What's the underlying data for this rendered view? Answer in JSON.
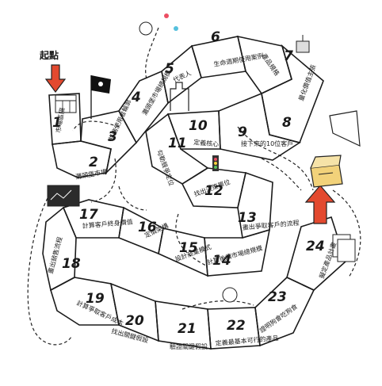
{
  "start_label": "起點",
  "colors": {
    "blue": "#55c0dd",
    "red": "#ec4e63",
    "gray": "#b2b4b7",
    "green": "#bfd680",
    "purple": "#b08ad0",
    "orange": "#f7953c",
    "arrow_red": "#e3492f"
  },
  "squares": [
    {
      "num": "1",
      "label": "市場區隔"
    },
    {
      "num": "2",
      "label": "灘頭堡市場"
    },
    {
      "num": "3",
      "label": "終端使用者輪廓"
    },
    {
      "num": "4",
      "label": "灘頭堡市場總規模"
    },
    {
      "num": "5",
      "label": "代表人"
    },
    {
      "num": "6",
      "label": "生命週期使用案例"
    },
    {
      "num": "7",
      "label": "產品規格"
    },
    {
      "num": "8",
      "label": "量化價值主張"
    },
    {
      "num": "9",
      "label": "接下來的10位客戶"
    },
    {
      "num": "10",
      "label": "定義核心"
    },
    {
      "num": "11",
      "label": "勾勒競爭定位"
    },
    {
      "num": "12",
      "label": "找出決策單位"
    },
    {
      "num": "13",
      "label": "畫出爭取客戶的流程"
    },
    {
      "num": "14",
      "label": "計算後續市場總規模"
    },
    {
      "num": "15",
      "label": "設計商業模式"
    },
    {
      "num": "16",
      "label": "定價架構"
    },
    {
      "num": "17",
      "label": "計算客戶終身價值"
    },
    {
      "num": "18",
      "label": "畫出銷售流程"
    },
    {
      "num": "19",
      "label": "計算爭取客戶成本"
    },
    {
      "num": "20",
      "label": "找出關鍵假設"
    },
    {
      "num": "21",
      "label": "驗證關鍵假設"
    },
    {
      "num": "22",
      "label": "定義最基本可行的產品"
    },
    {
      "num": "23",
      "label": "證明狗會吃狗食"
    },
    {
      "num": "24",
      "label": "擬定產品計畫"
    }
  ]
}
